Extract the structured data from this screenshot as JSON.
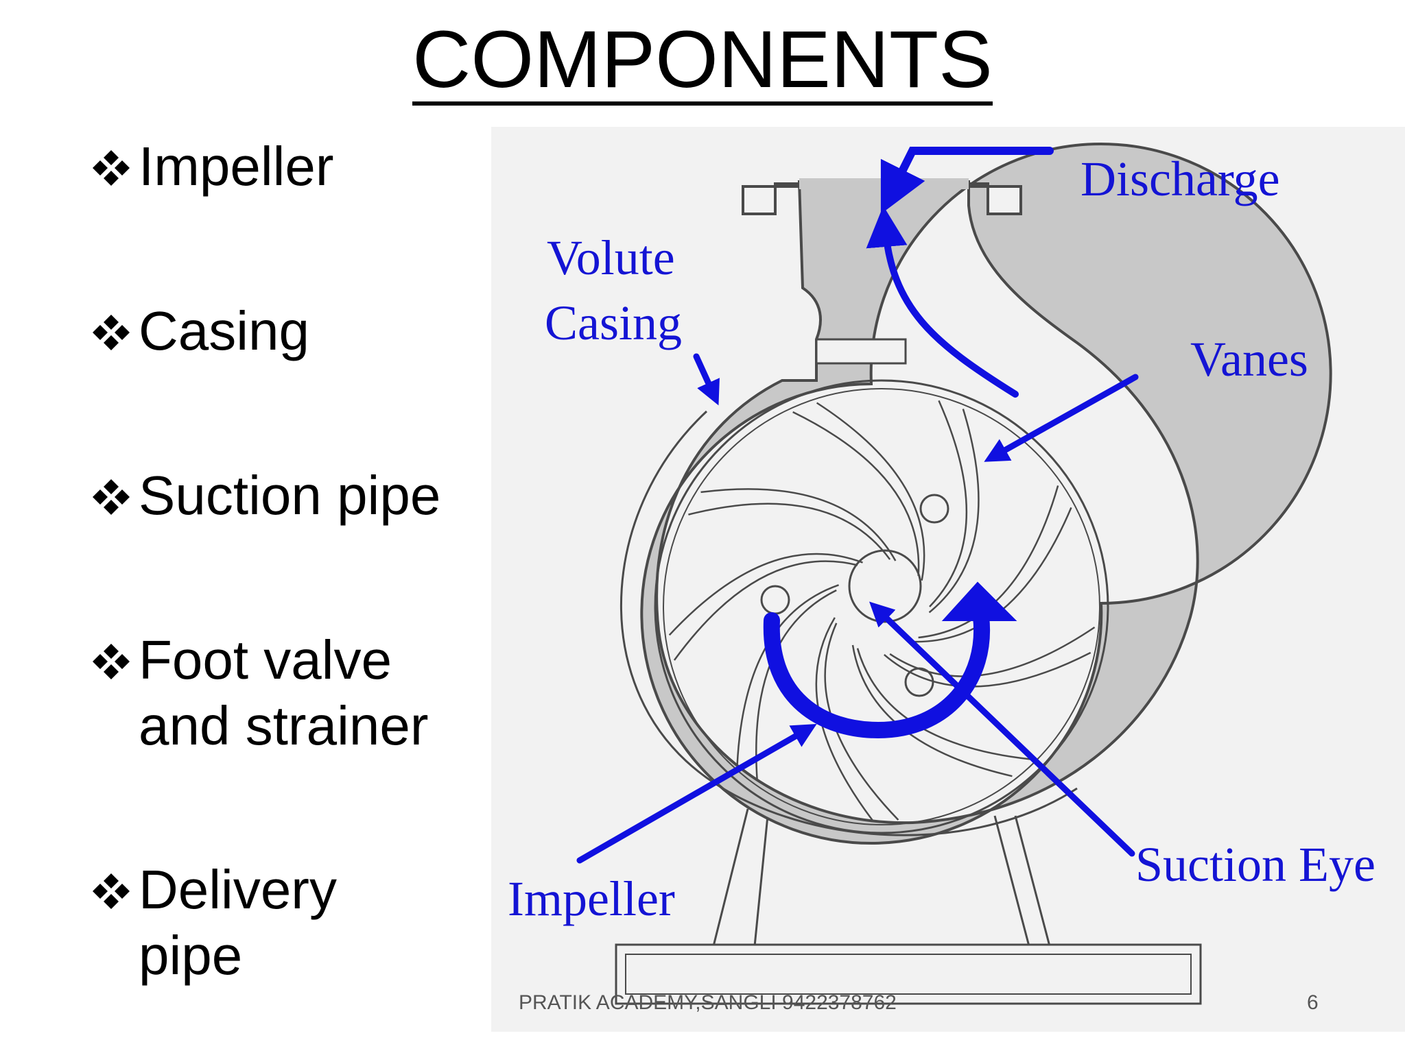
{
  "title": "COMPONENTS",
  "bullets": [
    {
      "line1": "Impeller",
      "line2": ""
    },
    {
      "line1": "Casing",
      "line2": ""
    },
    {
      "line1": "Suction pipe",
      "line2": ""
    },
    {
      "line1": "Foot valve",
      "line2": "and strainer"
    },
    {
      "line1": "Delivery",
      "line2": "pipe"
    }
  ],
  "diagram": {
    "labels": {
      "discharge": "Discharge",
      "volute_line1": "Volute",
      "volute_line2": "Casing",
      "vanes": "Vanes",
      "suction_eye": "Suction Eye",
      "impeller": "Impeller"
    },
    "colors": {
      "label": "#1414d4",
      "arrow": "#1010e0",
      "casing_fill": "#c8c8c8",
      "outline": "#4a4a4a",
      "background": "#f2f2f2"
    }
  },
  "footer": {
    "credit": "PRATIK ACADEMY,SANGLI 9422378762",
    "page_number": "6"
  },
  "colors": {
    "text": "#000000",
    "footer_text": "#555555"
  }
}
